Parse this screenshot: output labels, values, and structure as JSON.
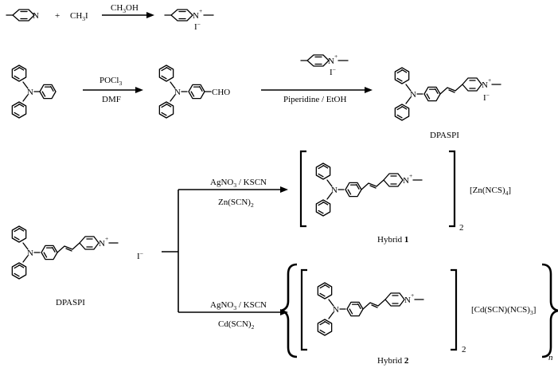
{
  "reaction1": {
    "plus": "+",
    "reagent": "CH",
    "reagent_sub": "3",
    "reagent_tail": "I",
    "condition": "CH",
    "condition_sub": "3",
    "condition_tail": "OH"
  },
  "reaction2": {
    "cond1_top": "POCl",
    "cond1_top_sub": "3",
    "cond1_bottom": "DMF",
    "aldehyde": "CHO",
    "cond2_bottom": "Piperidine / EtOH",
    "product_label": "DPASPI"
  },
  "reaction3": {
    "start_label": "DPASPI",
    "branch1_top": "AgNO",
    "branch1_top_sub": "3",
    "branch1_top_tail": " / KSCN",
    "branch1_bottom": "Zn(SCN)",
    "branch1_bottom_sub": "2",
    "branch1_anion": "[Zn(NCS)",
    "branch1_anion_sub": "4",
    "branch1_anion_tail": "]",
    "branch1_count": "2",
    "branch1_label": "Hybrid ",
    "branch1_label_num": "1",
    "branch2_top": "AgNO",
    "branch2_top_sub": "3",
    "branch2_top_tail": " / KSCN",
    "branch2_bottom": "Cd(SCN)",
    "branch2_bottom_sub": "2",
    "branch2_anion": "[Cd(SCN)(NCS)",
    "branch2_anion_sub": "3",
    "branch2_anion_tail": "]",
    "branch2_count": "2",
    "branch2_label": "Hybrid ",
    "branch2_label_num": "2",
    "polymer_index": "n"
  },
  "atoms": {
    "N": "N",
    "N_plus": "+",
    "iodide": "I",
    "iodide_charge": "−"
  }
}
